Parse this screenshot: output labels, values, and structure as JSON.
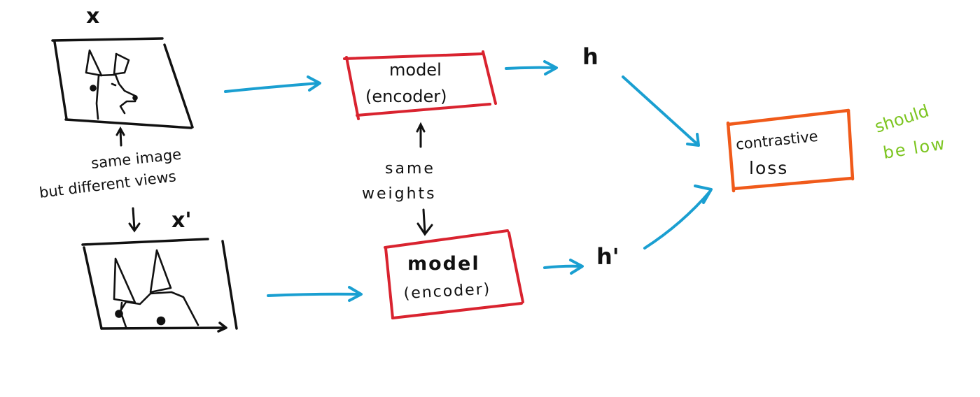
{
  "labels": {
    "x_top": "x",
    "x_bottom": "x'",
    "views_line1": "same image",
    "views_line2": "but different views",
    "model_top_line1": "model",
    "model_top_line2": "(encoder)",
    "model_bottom_line1": "model",
    "model_bottom_line2": "(encoder)",
    "weights_line1": "same",
    "weights_line2": "weights",
    "h_top": "h",
    "h_bottom": "h'",
    "loss_line1": "contrastive",
    "loss_line2": "loss",
    "note_line1": "should",
    "note_line2": "be low"
  },
  "colors": {
    "ink": "#111111",
    "arrow": "#1a9fd1",
    "model_box": "#d9232f",
    "loss_box": "#f05a1a",
    "note": "#7cc520"
  },
  "icons": [
    "dog-head-icon",
    "dog-ears-closeup-icon"
  ]
}
